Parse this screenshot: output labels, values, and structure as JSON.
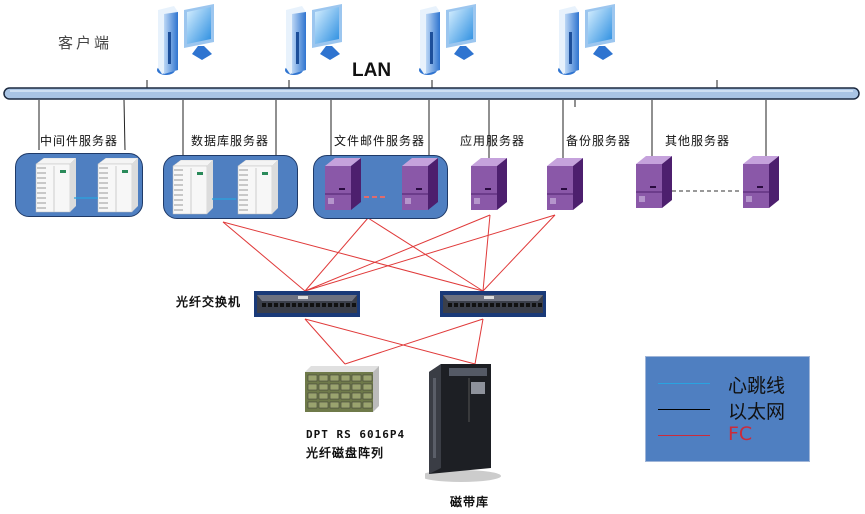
{
  "diagram": {
    "client_label": "客户端",
    "lan_label": "LAN",
    "server_groups": [
      {
        "label": "中间件服务器",
        "type": "tower-white",
        "count": 2,
        "link": "heartbeat"
      },
      {
        "label": "数据库服务器",
        "type": "tower-white",
        "count": 2,
        "link": "heartbeat"
      },
      {
        "label": "文件邮件服务器",
        "type": "tower-purple",
        "count": 2,
        "link": "dotted"
      },
      {
        "label": "应用服务器",
        "type": "tower-purple",
        "count": 1
      },
      {
        "label": "备份服务器",
        "type": "tower-purple",
        "count": 1
      },
      {
        "label": "其他服务器",
        "type": "tower-purple",
        "count": 2,
        "link": "dashed"
      }
    ],
    "switch_label": "光纤交换机",
    "disk_array_label_line1": "DPT RS 6016P4",
    "disk_array_label_line2": "光纤磁盘阵列",
    "tape_library_label": "磁带库",
    "client_count": 4
  },
  "legend": {
    "items": [
      {
        "label": "心跳线",
        "color": "#29a3e0",
        "text_color": "#111111"
      },
      {
        "label": "以太网",
        "color": "#000000",
        "text_color": "#111111"
      },
      {
        "label": "FC",
        "color": "#cc2b3a",
        "text_color": "#cc2b3a"
      }
    ]
  },
  "colors": {
    "lan_bus": "#a9c4e4",
    "group_bg": "#4f7fc1",
    "fc_line": "#e03a3a",
    "purple_server": "#8a58a8"
  }
}
